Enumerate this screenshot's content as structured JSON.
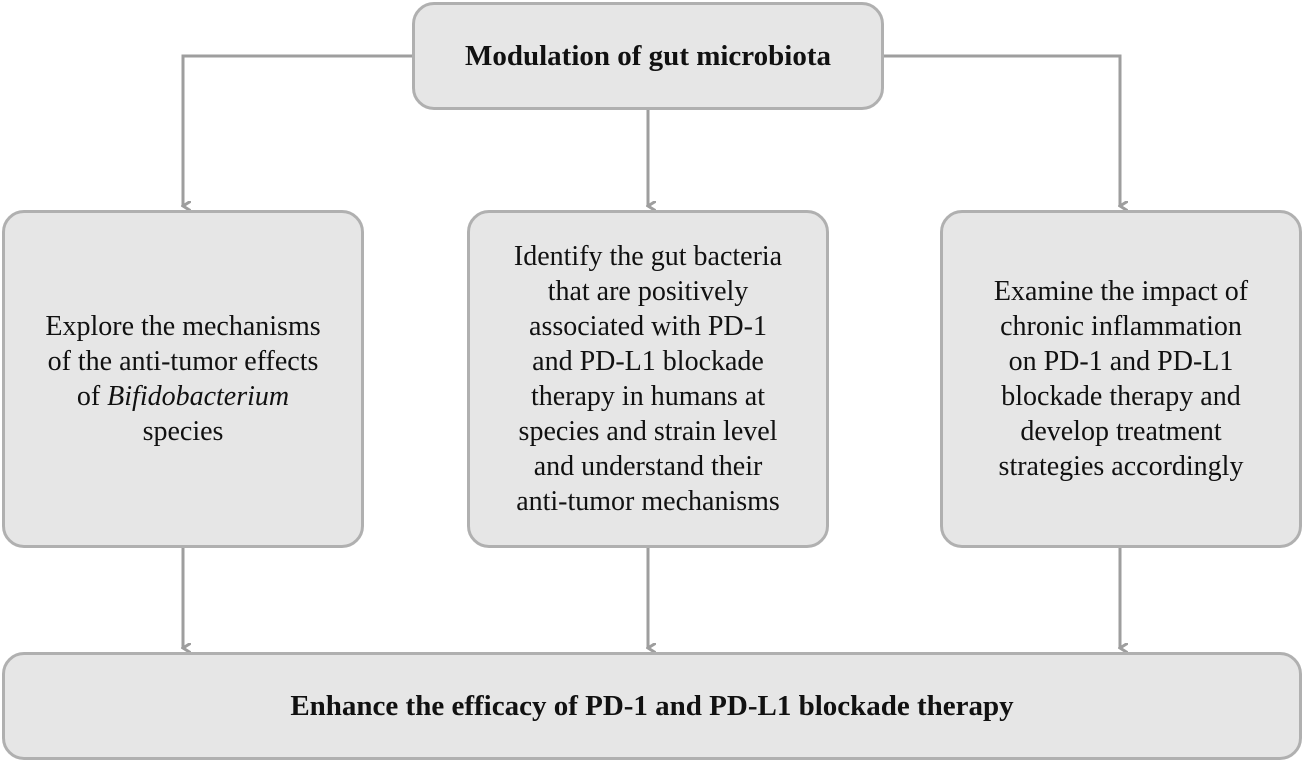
{
  "top": {
    "text": "Modulation of gut microbiota"
  },
  "left": {
    "lines": [
      "Explore the mechanisms",
      "the anti-tumor effects",
      "species"
    ],
    "of_prefix_1": "of",
    "of_prefix_2": "of",
    "italic": "Bifidobacterium"
  },
  "middle": {
    "lines": [
      "Identify the gut bacteria",
      "that are positively",
      "associated with PD-1",
      "and PD-L1 blockade",
      "therapy in humans at",
      "species and strain level",
      "and understand their",
      "anti-tumor mechanisms"
    ]
  },
  "right": {
    "lines": [
      "Examine the impact of",
      "chronic inflammation",
      "on PD-1 and PD-L1",
      "blockade therapy and",
      "develop treatment",
      "strategies accordingly"
    ]
  },
  "bottom": {
    "text": "Enhance the efficacy of PD-1 and PD-L1 blockade therapy"
  },
  "colors": {
    "box_fill": "#e6e6e6",
    "box_border": "#b0b0b0",
    "arrow": "#9e9e9e"
  }
}
